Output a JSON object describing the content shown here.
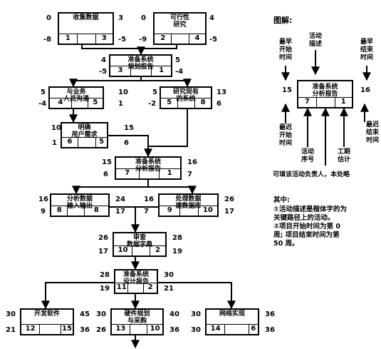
{
  "nodes": [
    {
      "id": "collect",
      "desc": [
        "收集数据"
      ],
      "seq": "1",
      "dur": "3",
      "es": "0",
      "ef": "3",
      "ls": "-8",
      "lf": "-5"
    },
    {
      "id": "feas",
      "desc": [
        "可行性",
        "研究"
      ],
      "seq": "2",
      "dur": "4",
      "es": "0",
      "ef": "4",
      "ls": "-9",
      "lf": "-5"
    },
    {
      "id": "report",
      "desc": [
        "准备系统",
        "规划报告"
      ],
      "seq": "3",
      "dur": "1",
      "es": "4",
      "ef": "5",
      "ls": "-5",
      "lf": "-4"
    },
    {
      "id": "biz",
      "desc": [
        "与业务",
        "人员沟通"
      ],
      "seq": "4",
      "dur": "5",
      "es": "5",
      "ef": "10",
      "ls": "-4",
      "lf": "1"
    },
    {
      "id": "study",
      "desc": [
        "研究现有",
        "的系统"
      ],
      "seq": "5",
      "dur": "8",
      "es": "5",
      "ef": "13",
      "ls": "-2",
      "lf": "6"
    },
    {
      "id": "req",
      "desc": [
        "明确",
        "用户需求"
      ],
      "seq": "6",
      "dur": "5",
      "es": "10",
      "ef": "15",
      "ls": "1",
      "lf": "6"
    },
    {
      "id": "anrep",
      "desc": [
        "准备系统",
        "分析报告"
      ],
      "seq": "7",
      "dur": "1",
      "es": "15",
      "ef": "16",
      "ls": "6",
      "lf": "7"
    },
    {
      "id": "io",
      "desc": [
        "分析数据",
        "输入输出"
      ],
      "seq": "8",
      "dur": "8",
      "es": "16",
      "ef": "24",
      "ls": "9",
      "lf": "17"
    },
    {
      "id": "db",
      "desc": [
        "处理数据",
        "建数据库"
      ],
      "seq": "9",
      "dur": "10",
      "es": "16",
      "ef": "26",
      "ls": "7",
      "lf": "17"
    },
    {
      "id": "dict",
      "desc": [
        "审查",
        "数据字典"
      ],
      "seq": "10",
      "dur": "2",
      "es": "26",
      "ef": "28",
      "ls": "17",
      "lf": "19"
    },
    {
      "id": "design",
      "desc": [
        "准备系统",
        "设计报告"
      ],
      "seq": "11",
      "dur": "2",
      "es": "28",
      "ef": "30",
      "ls": "19",
      "lf": "21"
    },
    {
      "id": "dev",
      "desc": [
        "开发软件"
      ],
      "seq": "12",
      "dur": "15",
      "es": "30",
      "ef": "45",
      "ls": "21",
      "lf": "36"
    },
    {
      "id": "hw",
      "desc": [
        "硬件规划",
        "与采购"
      ],
      "seq": "13",
      "dur": "10",
      "es": "30",
      "ef": "40",
      "ls": "26",
      "lf": "36"
    },
    {
      "id": "net",
      "desc": [
        "网络实现"
      ],
      "seq": "14",
      "dur": "6",
      "es": "30",
      "ef": "36",
      "ls": "30",
      "lf": "36"
    }
  ],
  "legend": {
    "title": "图解:",
    "node": {
      "desc": [
        "准备系统",
        "分析报告"
      ],
      "seq": "7",
      "dur": "1",
      "es": "15",
      "ef": "16"
    },
    "es_label": [
      "最早",
      "开始",
      "时间"
    ],
    "desc_label": [
      "活动",
      "描述"
    ],
    "ef_label": [
      "最早",
      "结束",
      "时间"
    ],
    "ls_label": [
      "最迟",
      "开始",
      "时间"
    ],
    "lf_label": [
      "最迟",
      "结束",
      "时间"
    ],
    "seq_label": [
      "活动",
      "序号"
    ],
    "dur_label": [
      "工期",
      "估计"
    ],
    "owner_label": "可填该活动负责人，本处略"
  },
  "notes": {
    "head": "其中:",
    "lines": [
      "①活动描述是楷体字的为",
      "关键路径上的活动。",
      "②项目开始时间为第 0",
      "周; 项目结束时间为第",
      "50 周。"
    ]
  }
}
